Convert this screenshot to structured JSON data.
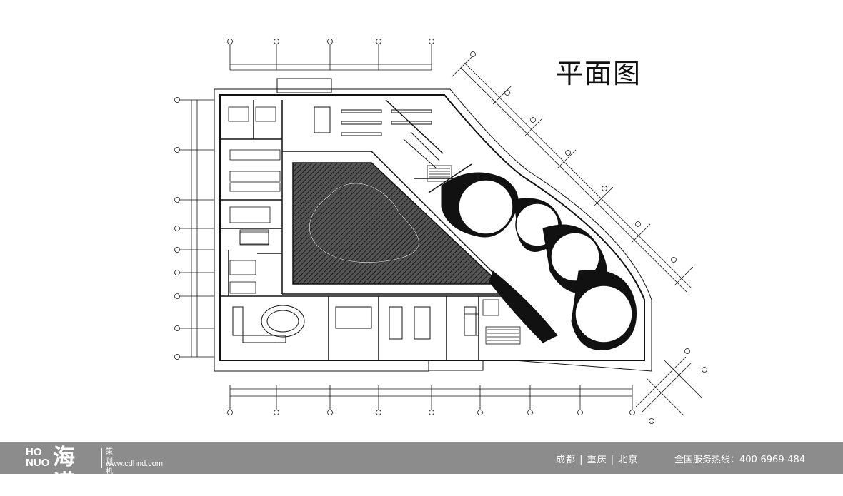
{
  "slide": {
    "title": "平面图"
  },
  "footer": {
    "logo_latin_top": "HO",
    "logo_latin_bottom": "NUO",
    "logo_cn": "海诺",
    "tagline": "策划机构",
    "website": "www.cdhnd.com",
    "cities": "成都 | 重庆 | 北京",
    "hotline": "全国服务热线：400-6969-484"
  },
  "colors": {
    "footer_bg": "#8c8c8c",
    "hatch": "#3a3a3a",
    "line": "#111111"
  }
}
